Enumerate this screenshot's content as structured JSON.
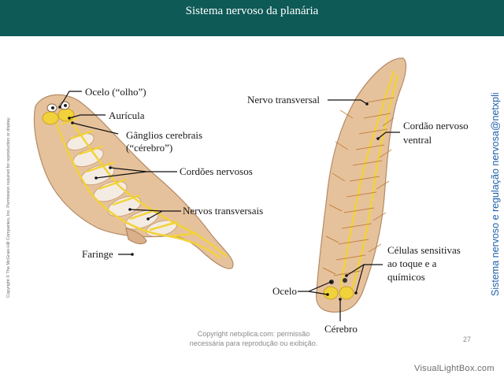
{
  "title": "Sistema nervoso da planária",
  "left_diagram": {
    "labels": {
      "ocelo": "Ocelo (“olho”)",
      "auricula": "Aurícula",
      "ganglios_1": "Gânglios cerebrais",
      "ganglios_2": "(“cérebro”)",
      "cordoes": "Cordões nervosos",
      "nervos": "Nervos transversais",
      "faringe": "Faringe"
    }
  },
  "right_diagram": {
    "labels": {
      "nervo_transversal": "Nervo transversal",
      "cordao_1": "Cordão nervoso",
      "cordao_2": "ventral",
      "celulas_1": "Células sensitivas",
      "celulas_2": "ao toque e a",
      "celulas_3": "químicos",
      "ocelo": "Ocelo",
      "cerebro": "Cérebro"
    }
  },
  "copyright_vertical": "Copyright © The McGraw-Hill Companies, Inc. Permission required for reproduction or display.",
  "sidebar_text": "Sistema nervoso e regulação nervosa@netxplica.com",
  "footer": {
    "line1": "Copyright netxplica.com: permissão",
    "line2": "necessária para reprodução ou exibição."
  },
  "page_number": "27",
  "watermark": "VisualLightBox.com",
  "colors": {
    "header": "#0e5a57",
    "body_fill": "#e9c8a6",
    "nerve": "#f2d23a",
    "sidebar_text": "#1f5fa8"
  }
}
